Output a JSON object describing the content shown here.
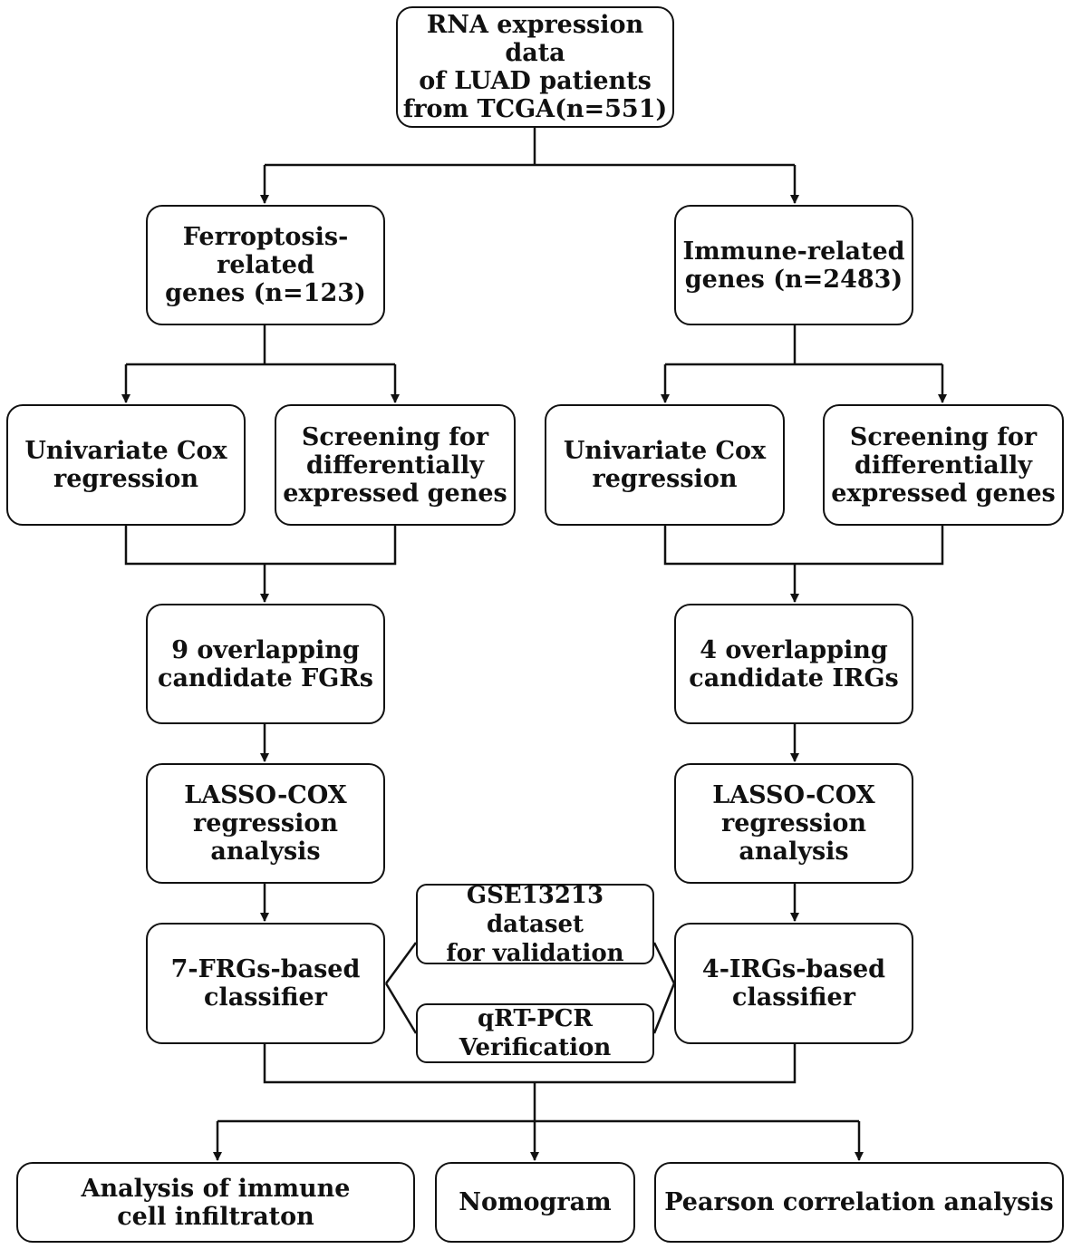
{
  "diagram": {
    "nodes": {
      "root": "RNA expression data\nof LUAD patients\nfrom TCGA(n=551)",
      "ferroptosis_genes": "Ferroptosis-related\ngenes  (n=123)",
      "immune_genes": "Immune-related\ngenes  (n=2483)",
      "ferro_univariate": "Univariate Cox\nregression",
      "ferro_screening": "Screening for\ndifferentially\nexpressed genes",
      "immune_univariate": "Univariate Cox\nregression",
      "immune_screening": "Screening for\ndifferentially\nexpressed genes",
      "ferro_overlap": "9 overlapping\ncandidate FGRs",
      "immune_overlap": "4 overlapping\ncandidate IRGs",
      "ferro_lasso": "LASSO-COX\nregression analysis",
      "immune_lasso": "LASSO-COX\nregression analysis",
      "ferro_classifier": "7-FRGs-based\nclassifier",
      "immune_classifier": "4-IRGs-based\nclassifier",
      "validation": "GSE13213 dataset\nfor validation",
      "qrtpcr": "qRT-PCR\nVerification",
      "immune_infiltration": "Analysis of immune\ncell infiltraton",
      "nomogram": "Nomogram",
      "pearson": "Pearson correlation analysis"
    }
  }
}
